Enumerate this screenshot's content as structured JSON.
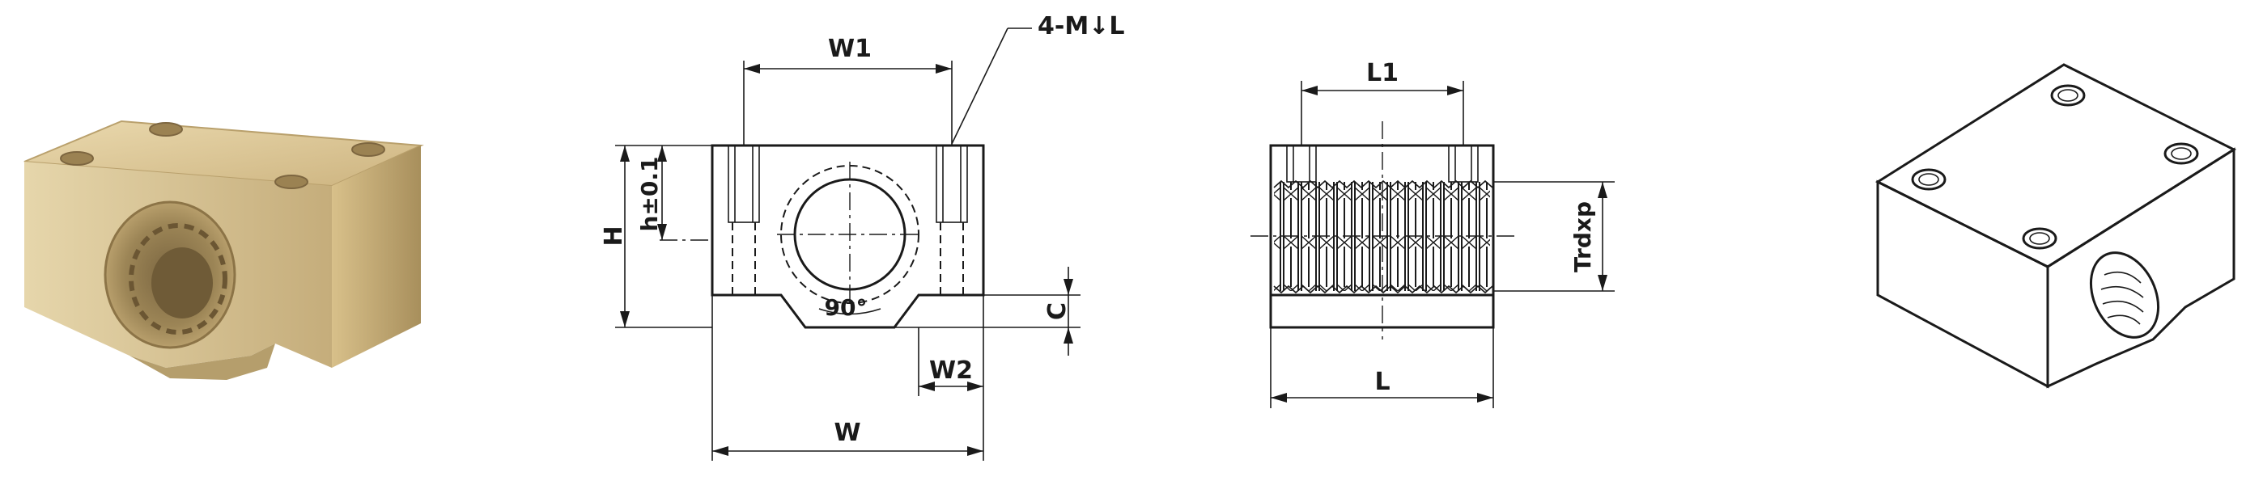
{
  "colors": {
    "line": "#1a1a1a",
    "bronze_light": "#e2d2a8",
    "bronze_mid": "#c9b27e",
    "bronze_dark": "#9d8454",
    "background": "#ffffff"
  },
  "front_view": {
    "dim_w1": "W1",
    "dim_thread_holes": "4-M↓L",
    "dim_h_tol": "h±0.1",
    "dim_h": "H",
    "dim_angle": "90°",
    "dim_c": "C",
    "dim_w2": "W2",
    "dim_w": "W"
  },
  "side_view": {
    "dim_l1": "L1",
    "dim_thread": "Trdxp",
    "dim_l": "L"
  },
  "photo": {
    "icon": "bronze-nut-photo"
  },
  "isometric": {
    "icon": "isometric-line-drawing"
  }
}
